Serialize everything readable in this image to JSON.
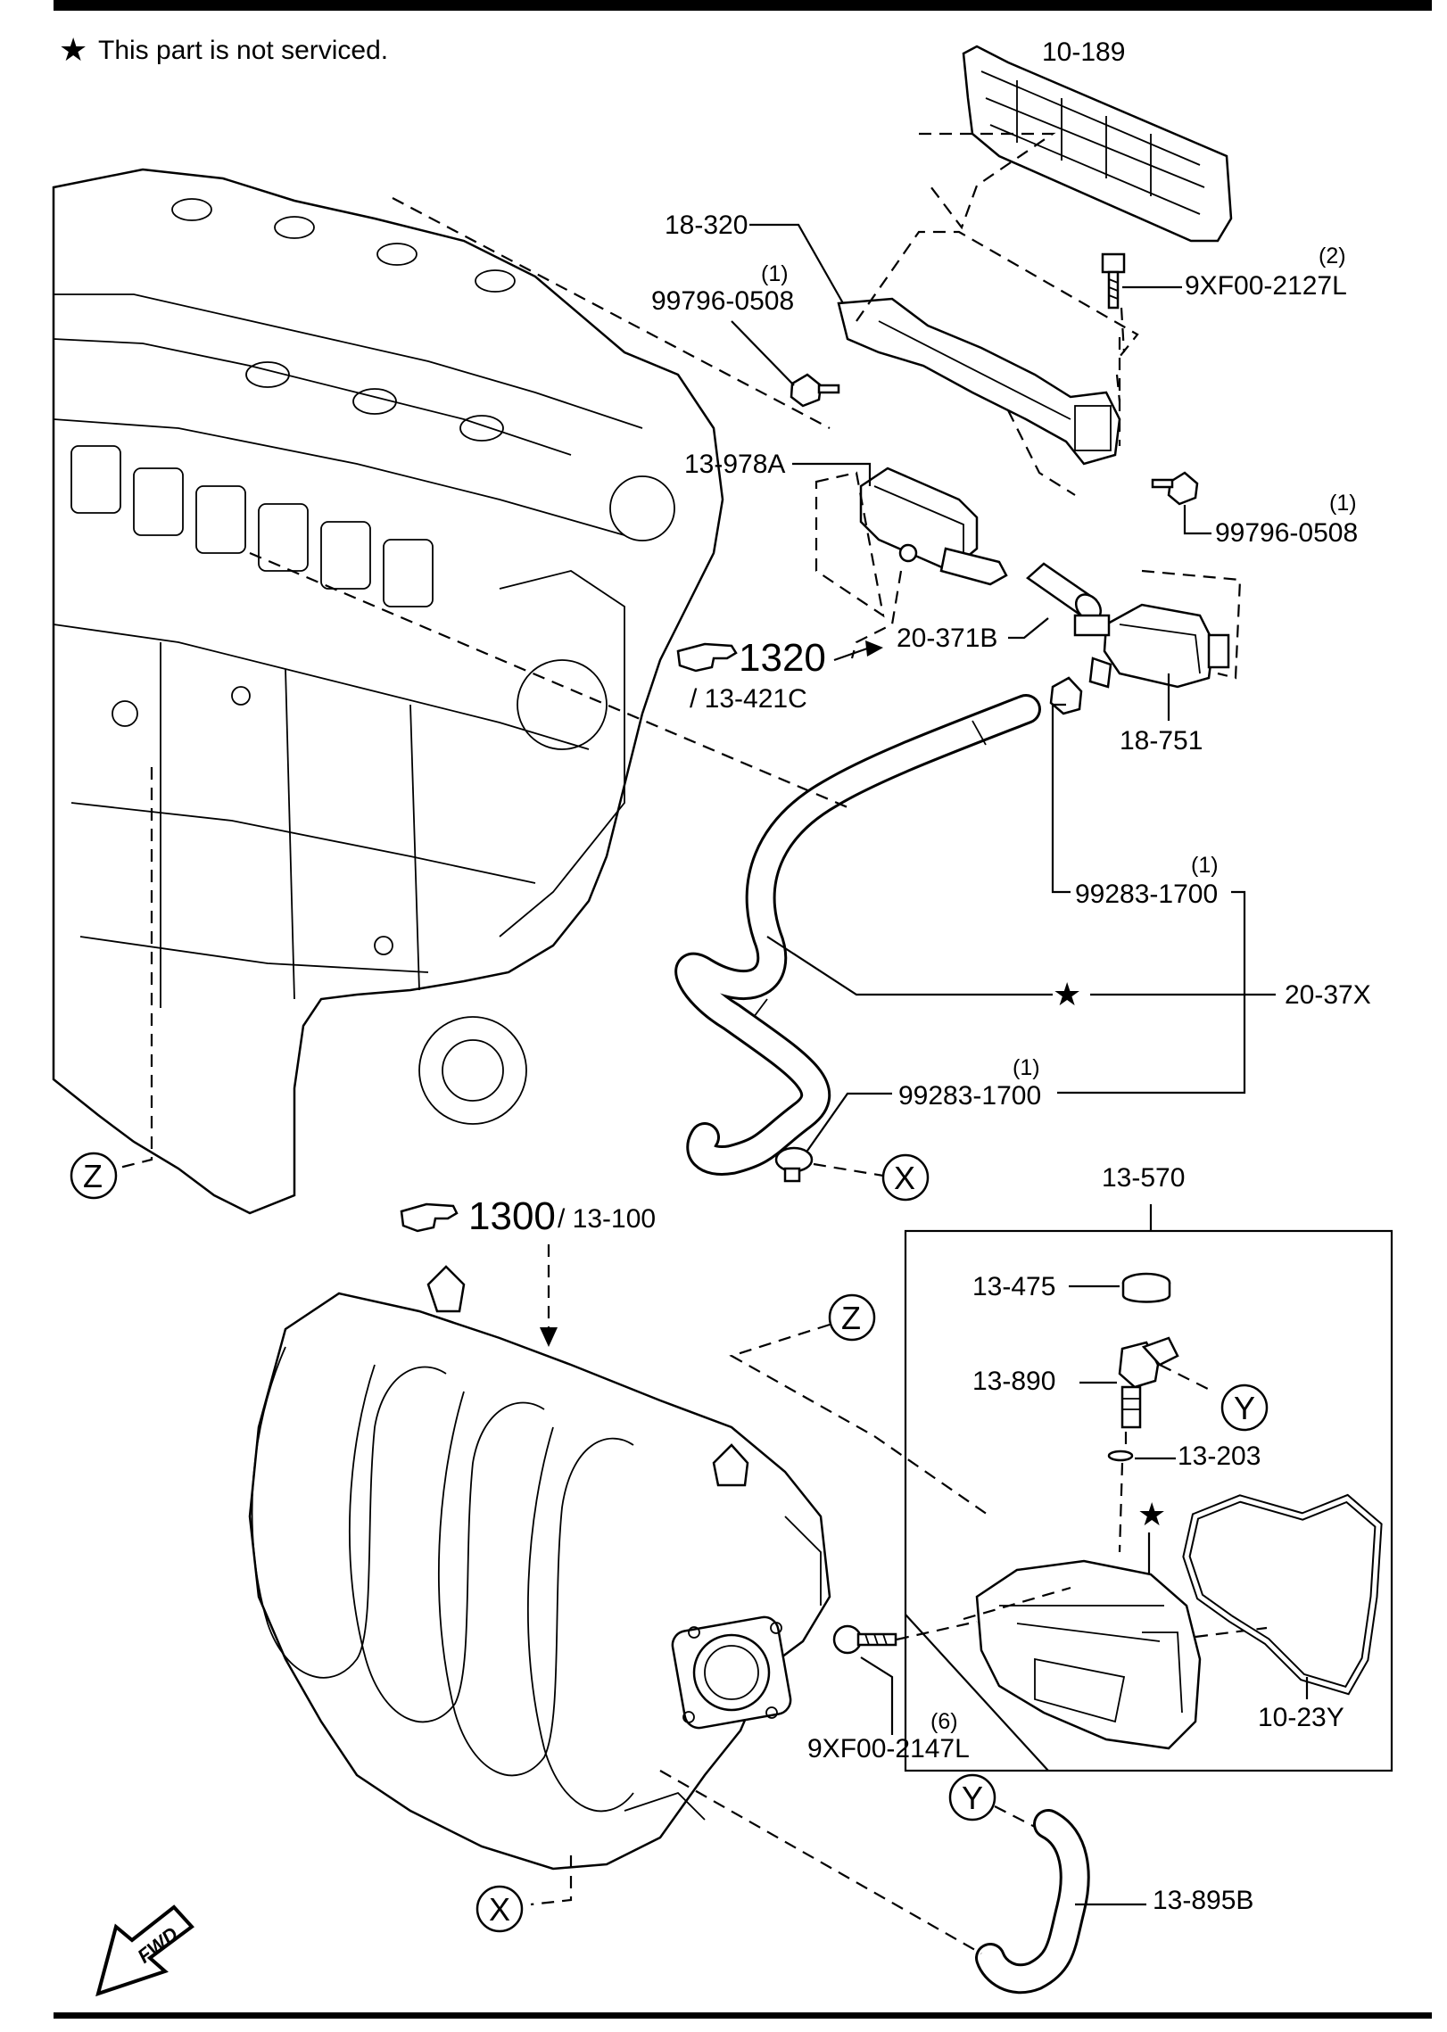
{
  "note": {
    "star": "★",
    "text": "This part is not serviced."
  },
  "labels": {
    "p10_189": "10-189",
    "p18_320": "18-320",
    "p99796_0508_a": "99796-0508",
    "p99796_0508_a_qty": "(1)",
    "p9XF00_2127L": "9XF00-2127L",
    "p9XF00_2127L_qty": "(2)",
    "p13_978A": "13-978A",
    "p99796_0508_b": "99796-0508",
    "p99796_0508_b_qty": "(1)",
    "p20_371B": "20-371B",
    "p18_751": "18-751",
    "p99283_1700_a": "99283-1700",
    "p99283_1700_a_qty": "(1)",
    "p20_37X": "20-37X",
    "p99283_1700_b": "99283-1700",
    "p99283_1700_b_qty": "(1)",
    "p13_570": "13-570",
    "p13_475": "13-475",
    "p13_890": "13-890",
    "p13_203": "13-203",
    "p10_23Y": "10-23Y",
    "p9XF00_2147L": "9XF00-2147L",
    "p9XF00_2147L_qty": "(6)",
    "p13_895B": "13-895B"
  },
  "references": {
    "ref1320_num": "1320",
    "ref1320_sub": "/ 13-421C",
    "ref1300_num": "1300",
    "ref1300_sub": "/ 13-100"
  },
  "callouts": {
    "x_top": "X",
    "x_bottom": "X",
    "y_right": "Y",
    "y_bottom": "Y",
    "z_left": "Z",
    "z_mid": "Z"
  },
  "stars": {
    "hose": "★",
    "cover": "★"
  },
  "fwd": "FWD"
}
